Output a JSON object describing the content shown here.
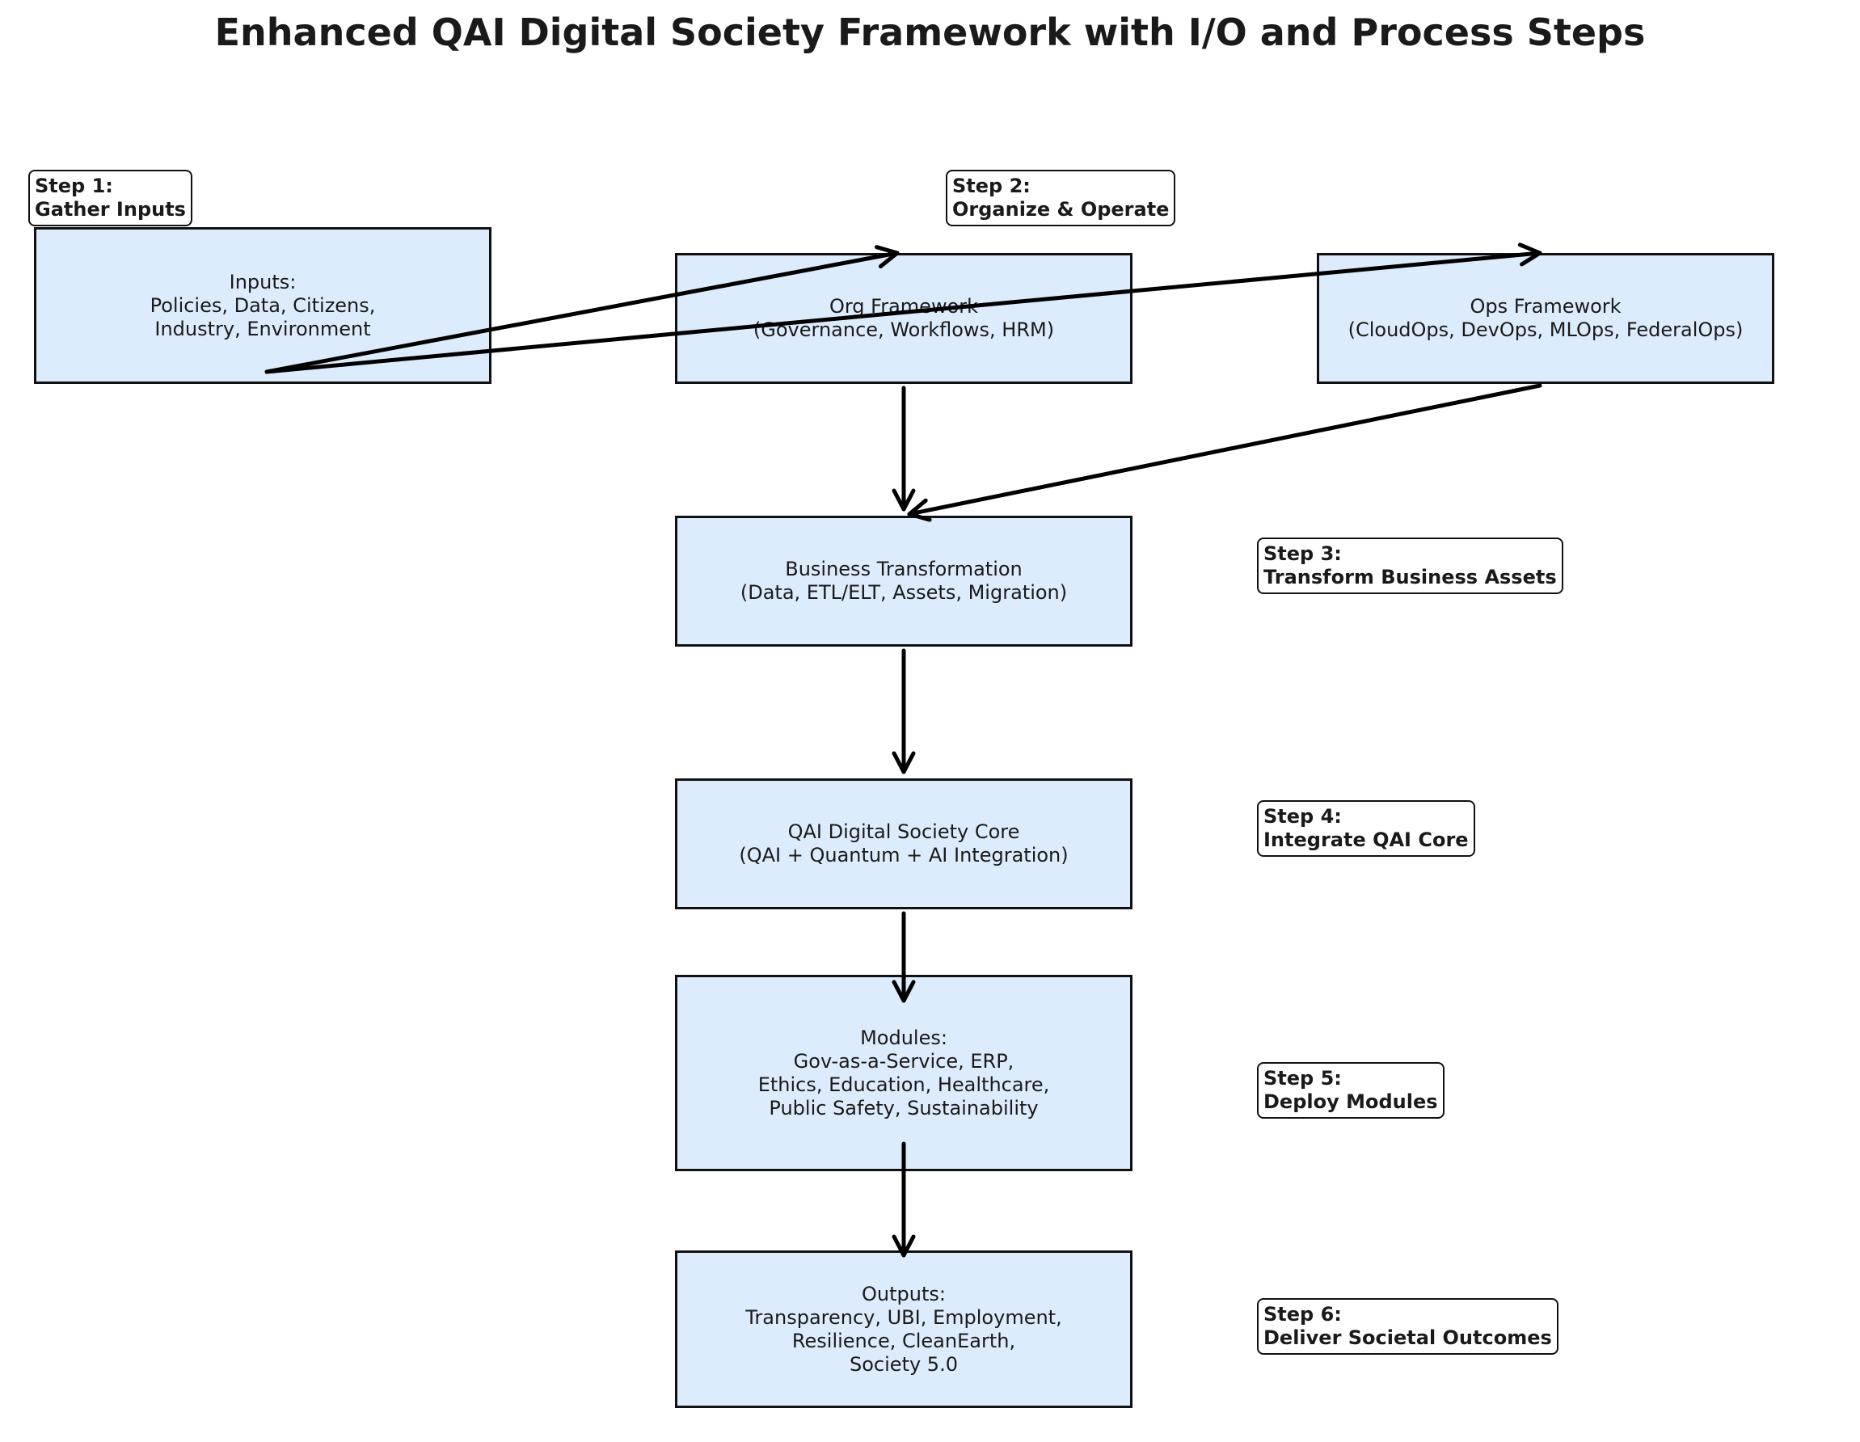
{
  "title": "Enhanced QAI Digital Society Framework with I/O and Process Steps",
  "colors": {
    "box_fill": "#dcecfd",
    "box_border": "#111111",
    "arrow": "#000000",
    "text": "#1a1a1a"
  },
  "nodes": {
    "inputs": {
      "lines": [
        "Inputs:",
        "Policies, Data, Citizens,",
        "Industry, Environment"
      ]
    },
    "org": {
      "lines": [
        "Org Framework",
        "(Governance, Workflows, HRM)"
      ]
    },
    "ops": {
      "lines": [
        "Ops Framework",
        "(CloudOps, DevOps, MLOps, FederalOps)"
      ]
    },
    "business": {
      "lines": [
        "Business Transformation",
        "(Data, ETL/ELT, Assets, Migration)"
      ]
    },
    "core": {
      "lines": [
        "QAI Digital Society Core",
        "(QAI + Quantum + AI Integration)"
      ]
    },
    "modules": {
      "lines": [
        "Modules:",
        "Gov-as-a-Service, ERP,",
        "Ethics, Education, Healthcare,",
        "Public Safety, Sustainability"
      ]
    },
    "outputs": {
      "lines": [
        "Outputs:",
        "Transparency, UBI, Employment,",
        "Resilience, CleanEarth,",
        "Society 5.0"
      ]
    }
  },
  "steps": [
    {
      "id": "step1",
      "label": "Step 1:",
      "text": "Gather Inputs"
    },
    {
      "id": "step2",
      "label": "Step 2:",
      "text": "Organize & Operate"
    },
    {
      "id": "step3",
      "label": "Step 3:",
      "text": "Transform Business Assets"
    },
    {
      "id": "step4",
      "label": "Step 4:",
      "text": "Integrate QAI Core"
    },
    {
      "id": "step5",
      "label": "Step 5:",
      "text": "Deploy Modules"
    },
    {
      "id": "step6",
      "label": "Step 6:",
      "text": "Deliver Societal Outcomes"
    }
  ],
  "edges": [
    {
      "from": "inputs",
      "to": "org"
    },
    {
      "from": "inputs",
      "to": "ops"
    },
    {
      "from": "org",
      "to": "business"
    },
    {
      "from": "ops",
      "to": "business"
    },
    {
      "from": "business",
      "to": "core"
    },
    {
      "from": "core",
      "to": "modules"
    },
    {
      "from": "modules",
      "to": "outputs"
    }
  ]
}
